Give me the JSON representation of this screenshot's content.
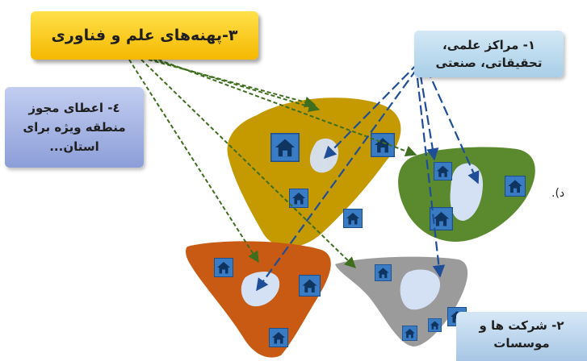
{
  "labels": {
    "science_parks": "۳-پهنه‌های علم و فناوری",
    "science_centers": "۱- مراکز علمی،\nتحقیقاتی، صنعتی",
    "zone_license": "٤- اعطای مجوز\nمنطقه ویژه برای\nاستان...",
    "companies": "۲- شرکت ها و\nموسسات"
  },
  "margin_text": "د).",
  "colors": {
    "region_gold": "#c49a00",
    "region_green": "#5b8a2e",
    "region_orange": "#c85a14",
    "region_gray": "#9b9b9b",
    "core_blob": "#c8d8f2",
    "house_icon": "#2e6fb5",
    "green_arrow": "#3f6e1f",
    "blue_arrow": "#1f4e99"
  }
}
